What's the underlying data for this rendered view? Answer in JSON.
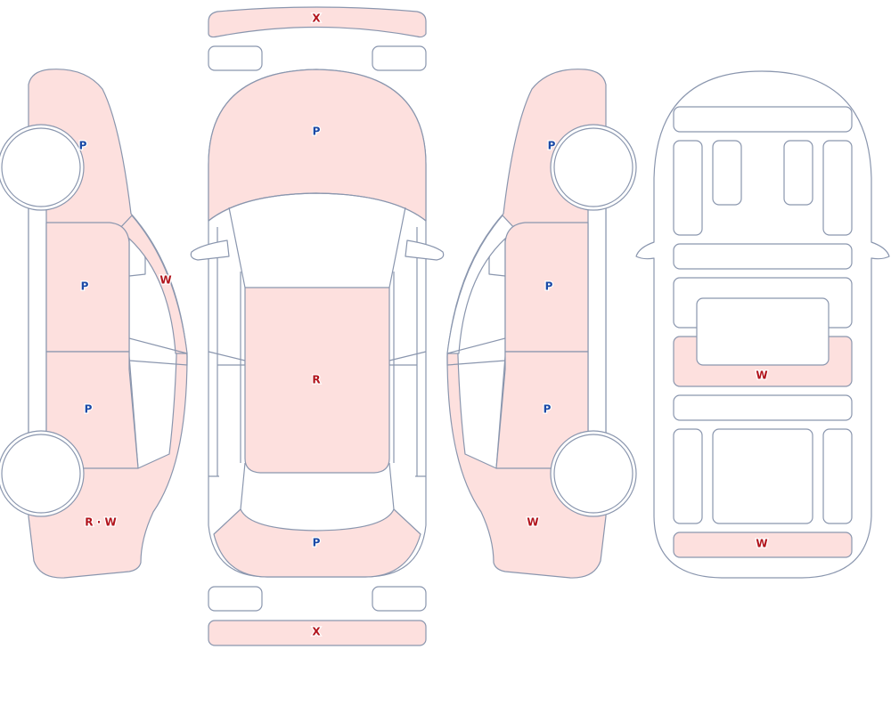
{
  "colors": {
    "damaged_fill": "#fde0de",
    "outline": "#8a96ae",
    "label_blue": "#1a49a6",
    "label_red": "#b2141c"
  },
  "labels": {
    "front_bumper": "X",
    "rear_bumper": "X",
    "hood": "P",
    "roof": "R",
    "trunk": "P",
    "left_front_fender": "P",
    "left_front_door": "P",
    "left_rear_door": "P",
    "left_a_pillar": "W",
    "left_quarter_panel": "R · W",
    "right_front_fender": "P",
    "right_front_door": "P",
    "right_rear_door": "P",
    "right_quarter_panel": "W",
    "underbody_crossmember": "W",
    "underbody_rear_member": "W"
  }
}
